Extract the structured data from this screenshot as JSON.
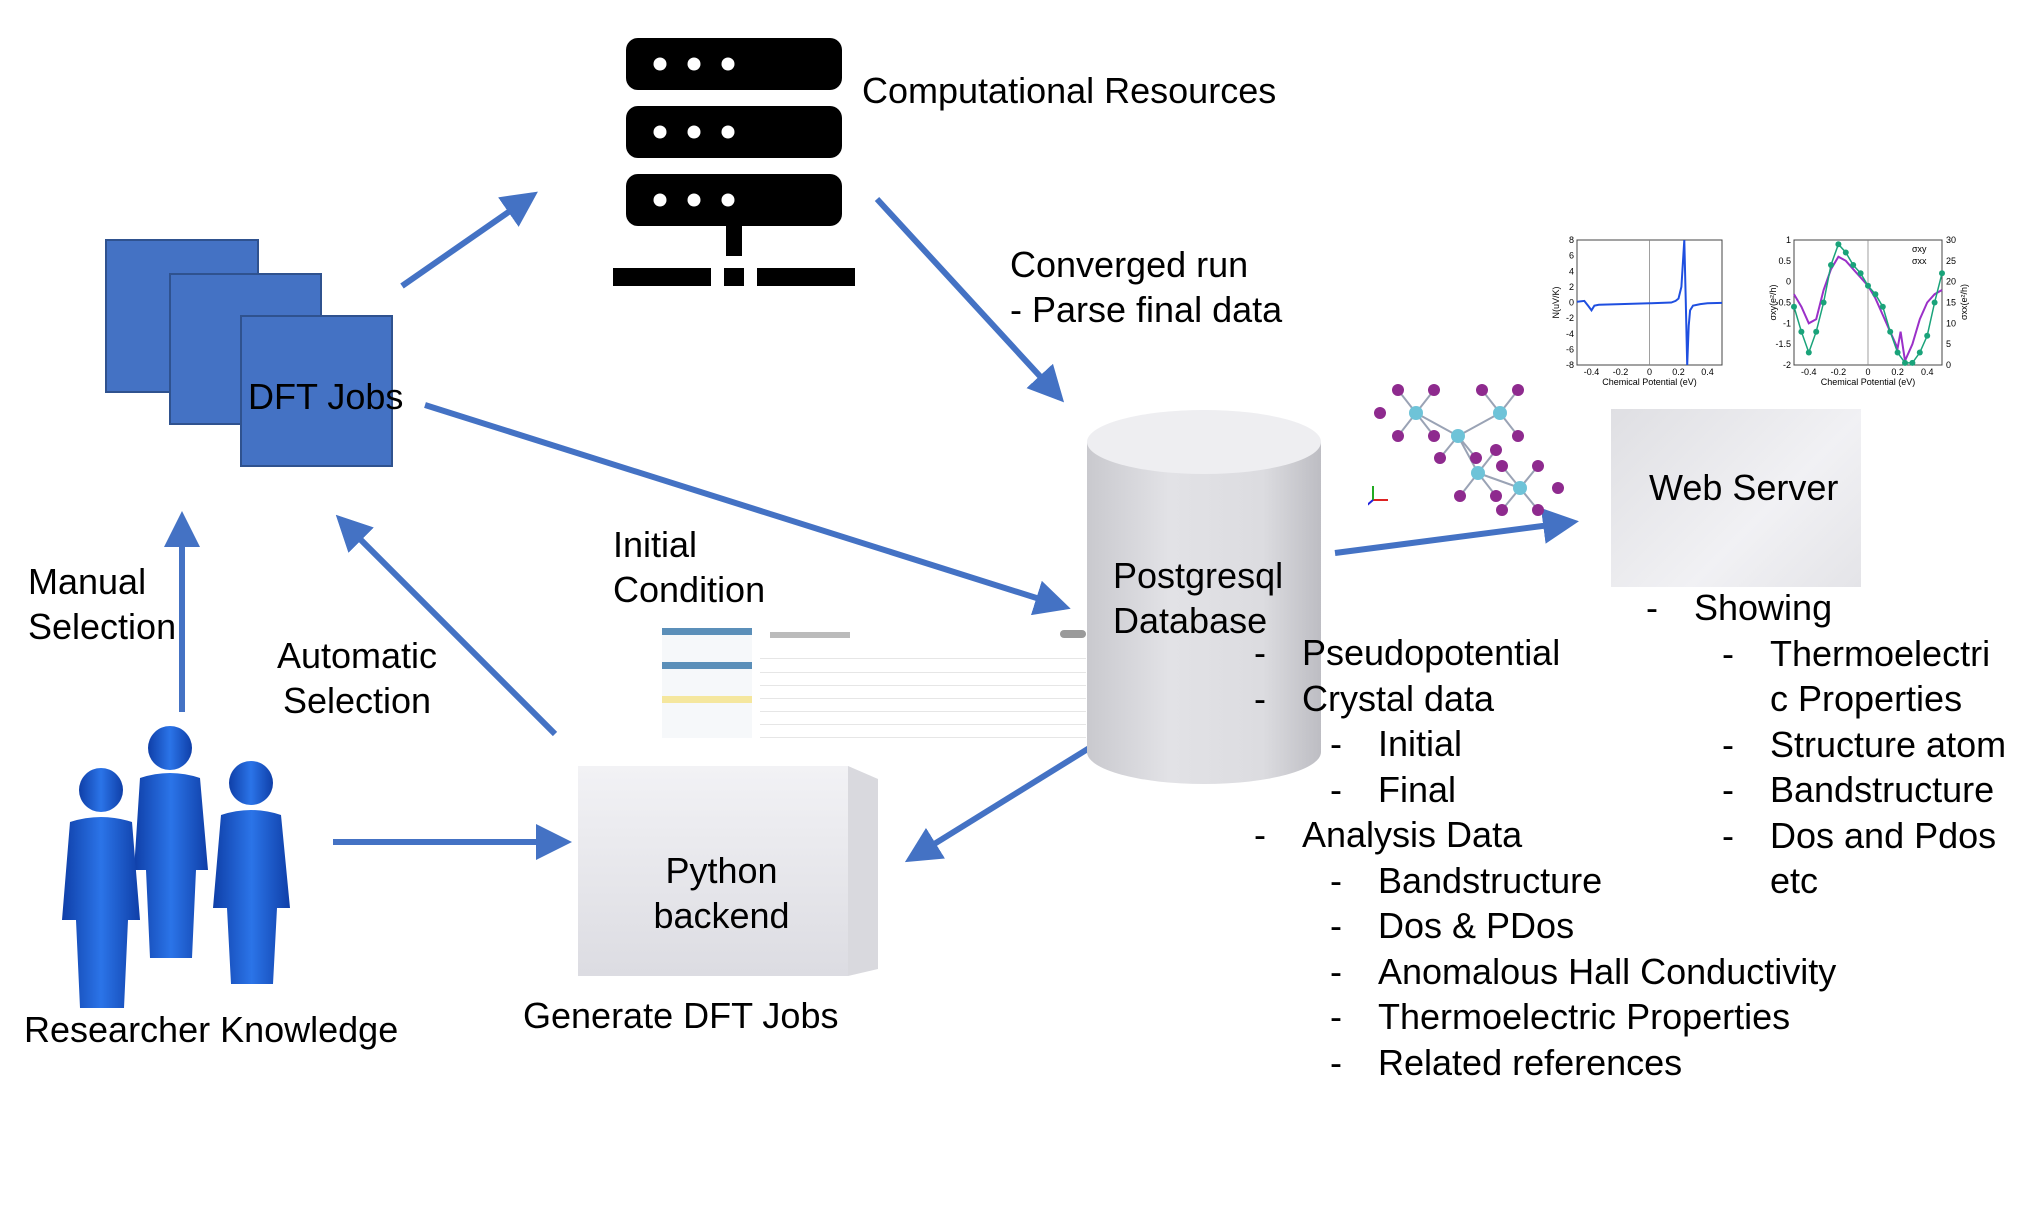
{
  "nodes": {
    "computational_resources": "Computational Resources",
    "dft_jobs": "DFT Jobs",
    "postgresql_database": [
      "Postgresql",
      "Database"
    ],
    "web_server": "Web Server",
    "python_backend": [
      "Python",
      "backend"
    ],
    "researcher_knowledge": "Researcher Knowledge"
  },
  "edges": {
    "converged_run": [
      "Converged run",
      "- Parse final data"
    ],
    "initial_condition": [
      "Initial",
      "Condition"
    ],
    "manual_selection": [
      "Manual",
      "Selection"
    ],
    "automatic_selection": [
      "Automatic",
      "Selection"
    ],
    "generate_dft_jobs": "Generate DFT Jobs"
  },
  "database_contents": [
    {
      "level": 1,
      "text": "Pseudopotential"
    },
    {
      "level": 1,
      "text": "Crystal data"
    },
    {
      "level": 2,
      "text": "Initial"
    },
    {
      "level": 2,
      "text": "Final"
    },
    {
      "level": 1,
      "text": "Analysis Data"
    },
    {
      "level": 2,
      "text": "Bandstructure"
    },
    {
      "level": 2,
      "text": "Dos & PDos"
    },
    {
      "level": 2,
      "text": "Anomalous Hall Conductivity"
    },
    {
      "level": 2,
      "text": "Thermoelectric Properties"
    },
    {
      "level": 2,
      "text": "Related references"
    }
  ],
  "web_server_contents": [
    {
      "level": 1,
      "text": "Showing"
    },
    {
      "level": 2,
      "text": "Thermoelectri"
    },
    {
      "level": 0,
      "text": "c Properties"
    },
    {
      "level": 2,
      "text": "Structure atom"
    },
    {
      "level": 2,
      "text": "Bandstructure"
    },
    {
      "level": 2,
      "text": "Dos and Pdos"
    },
    {
      "level": 0,
      "text": "etc"
    }
  ],
  "colors": {
    "arrow": "#4472c4",
    "dft_box": "#4472c4",
    "server_icon": "#000000",
    "people": "#1f5fd6"
  },
  "chart_data": [
    {
      "type": "line",
      "xlabel": "Chemical Potential (eV)",
      "ylabel": "N(uV/K)",
      "xticks": [
        "-0.4",
        "-0.2",
        "0",
        "0.2",
        "0.4"
      ],
      "yticks": [
        "8",
        "6",
        "4",
        "2",
        "0",
        "-2",
        "-4",
        "-6",
        "-8"
      ],
      "xlim": [
        -0.5,
        0.5
      ],
      "ylim": [
        -8,
        8
      ],
      "series": [
        {
          "x": [
            -0.5,
            -0.45,
            -0.42,
            -0.4,
            -0.38,
            -0.35,
            -0.2,
            0.0,
            0.15,
            0.18,
            0.2,
            0.22,
            0.24,
            0.25,
            0.26,
            0.27,
            0.28,
            0.3,
            0.35,
            0.4,
            0.5
          ],
          "y": [
            0.1,
            0.2,
            -0.5,
            -1.0,
            -0.4,
            -0.3,
            -0.2,
            -0.1,
            0.0,
            0.2,
            0.5,
            2.0,
            8.0,
            0.0,
            -8.0,
            -3.0,
            -1.0,
            -0.4,
            -0.2,
            -0.1,
            -0.05
          ]
        }
      ]
    },
    {
      "type": "scatter",
      "xlabel": "Chemical Potential (eV)",
      "ylabel": "σxy(e²/h)",
      "y2label": "σxx(e²/h)",
      "xticks": [
        "-0.4",
        "-0.2",
        "0",
        "0.2",
        "0.4"
      ],
      "yticks": [
        "1",
        "0.5",
        "0",
        "-0.5",
        "-1",
        "-1.5",
        "-2"
      ],
      "y2ticks": [
        "30",
        "25",
        "20",
        "15",
        "10",
        "5",
        "0"
      ],
      "xlim": [
        -0.5,
        0.5
      ],
      "ylim": [
        -2,
        1
      ],
      "y2lim": [
        0,
        30
      ],
      "series": [
        {
          "name": "σxy",
          "x": [
            -0.5,
            -0.45,
            -0.4,
            -0.35,
            -0.3,
            -0.25,
            -0.2,
            -0.15,
            -0.1,
            -0.05,
            0,
            0.05,
            0.1,
            0.15,
            0.2,
            0.22,
            0.25,
            0.3,
            0.35,
            0.4,
            0.45,
            0.5
          ],
          "y": [
            -0.3,
            -0.6,
            -1.0,
            -0.9,
            -0.2,
            0.3,
            0.6,
            0.5,
            0.3,
            0.1,
            -0.1,
            -0.4,
            -0.8,
            -1.2,
            -1.6,
            -1.2,
            -1.9,
            -1.5,
            -0.9,
            -0.5,
            -0.3,
            -0.2
          ]
        },
        {
          "name": "σxx",
          "x": [
            -0.5,
            -0.45,
            -0.4,
            -0.35,
            -0.3,
            -0.25,
            -0.2,
            -0.15,
            -0.1,
            -0.05,
            0,
            0.05,
            0.1,
            0.15,
            0.2,
            0.25,
            0.3,
            0.35,
            0.4,
            0.45,
            0.5
          ],
          "y": [
            14,
            8,
            3,
            8,
            15,
            24,
            29,
            27,
            24,
            22,
            19,
            17,
            14,
            8,
            3,
            0.5,
            0.5,
            3,
            7,
            15,
            22
          ]
        }
      ]
    }
  ]
}
